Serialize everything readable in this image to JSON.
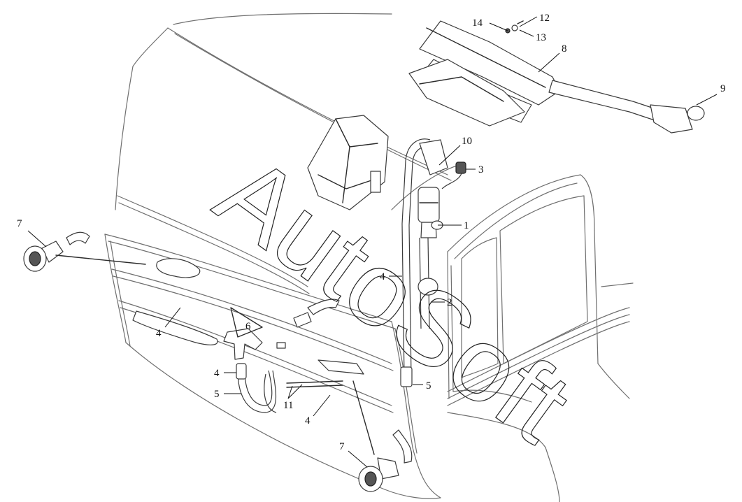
{
  "watermark": {
    "text": "AutoSoft"
  },
  "callouts": [
    {
      "id": "c1",
      "label": "1"
    },
    {
      "id": "c2",
      "label": "2"
    },
    {
      "id": "c3",
      "label": "3"
    },
    {
      "id": "c4a",
      "label": "4"
    },
    {
      "id": "c4b",
      "label": "4"
    },
    {
      "id": "c4c",
      "label": "4"
    },
    {
      "id": "c4d",
      "label": "4"
    },
    {
      "id": "c5a",
      "label": "5"
    },
    {
      "id": "c5b",
      "label": "5"
    },
    {
      "id": "c6",
      "label": "6"
    },
    {
      "id": "c7a",
      "label": "7"
    },
    {
      "id": "c7b",
      "label": "7"
    },
    {
      "id": "c8",
      "label": "8"
    },
    {
      "id": "c9",
      "label": "9"
    },
    {
      "id": "c10",
      "label": "10"
    },
    {
      "id": "c11",
      "label": "11"
    },
    {
      "id": "c12",
      "label": "12"
    },
    {
      "id": "c13",
      "label": "13"
    },
    {
      "id": "c14",
      "label": "14"
    }
  ],
  "colors": {
    "line": "#6f6f6f",
    "ink": "#111111",
    "background": "#ffffff"
  }
}
